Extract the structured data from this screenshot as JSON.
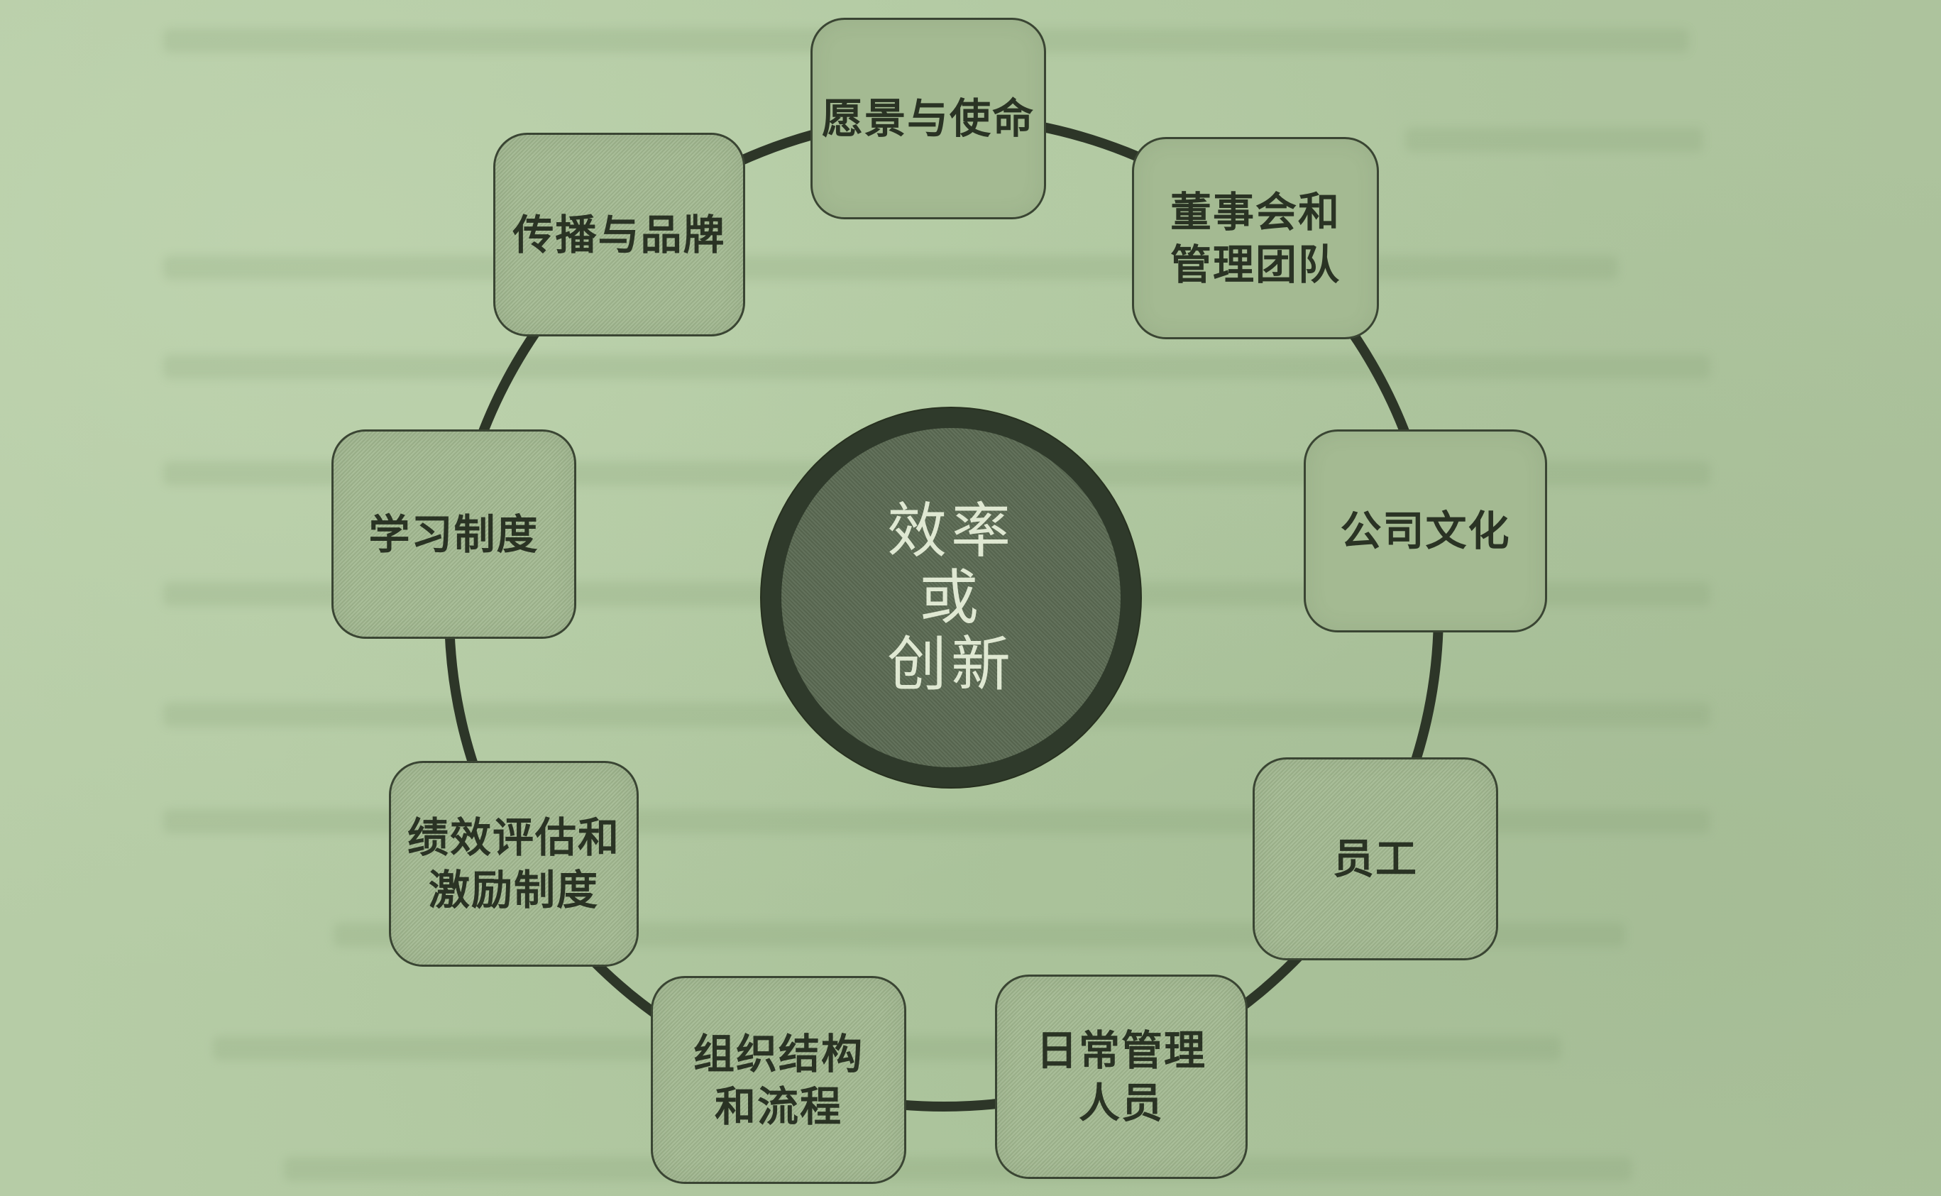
{
  "diagram": {
    "type": "ring-of-factors",
    "center": {
      "lines": [
        "效率",
        "或",
        "创新"
      ]
    },
    "nodes": [
      {
        "id": "vision",
        "lines": [
          "愿景与使命"
        ]
      },
      {
        "id": "board",
        "lines": [
          "董事会和",
          "管理团队"
        ]
      },
      {
        "id": "culture",
        "lines": [
          "公司文化"
        ]
      },
      {
        "id": "employees",
        "lines": [
          "员工"
        ]
      },
      {
        "id": "daily-managers",
        "lines": [
          "日常管理",
          "人员"
        ]
      },
      {
        "id": "structure",
        "lines": [
          "组织结构",
          "和流程"
        ]
      },
      {
        "id": "performance",
        "lines": [
          "绩效评估和",
          "激励制度"
        ]
      },
      {
        "id": "learning",
        "lines": [
          "学习制度"
        ]
      },
      {
        "id": "communication",
        "lines": [
          "传播与品牌"
        ]
      }
    ],
    "colors": {
      "background": "#b0c8a1",
      "node_fill": "#a4ba92",
      "node_border": "#3a4533",
      "ring": "#2d3628",
      "hub_outer": "#2f3a2b",
      "hub_inner": "#5b6a53",
      "hub_text": "#dfe8d2",
      "node_text": "#2a3324"
    }
  }
}
